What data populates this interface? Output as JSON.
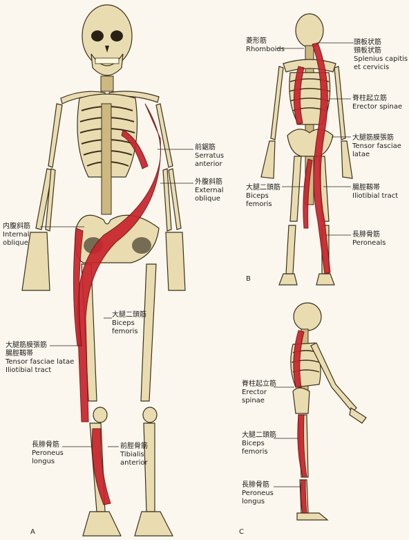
{
  "panels": {
    "A": {
      "letter": "A",
      "labels": {
        "serratus": [
          "前鋸筋",
          "Serratus",
          "anterior"
        ],
        "external_oblique": [
          "外腹斜筋",
          "External",
          "oblique"
        ],
        "internal_oblique": [
          "内腹斜筋",
          "Internal",
          "oblique"
        ],
        "biceps_femoris": [
          "大腿二頭筋",
          "Biceps",
          "femoris"
        ],
        "tensor_fasciae_latae": [
          "大腿筋膜張筋",
          "腸脛靱帯",
          "Tensor fasciae latae",
          "Iliotibial tract"
        ],
        "peroneus_longus": [
          "長腓骨筋",
          "Peroneus",
          "longus"
        ],
        "tibialis_anterior": [
          "前脛骨筋",
          "Tibialis",
          "anterior"
        ]
      }
    },
    "B": {
      "letter": "B",
      "labels": {
        "rhomboids": [
          "菱形筋",
          "Rhomboids"
        ],
        "splenius": [
          "頭板状筋",
          "頸板状筋",
          "Splenius capitis",
          "et cervicis"
        ],
        "erector_spinae": [
          "脊柱起立筋",
          "Erector spinae"
        ],
        "tensor_fasciae": [
          "大腿筋膜張筋",
          "Tensor fasciae",
          "latae"
        ],
        "biceps_femoris": [
          "大腿二頭筋",
          "Biceps",
          "femoris"
        ],
        "iliotibial_tract": [
          "腸脛靱帯",
          "Iliotibial tract"
        ],
        "peroneals": [
          "長腓骨筋",
          "Peroneals"
        ]
      }
    },
    "C": {
      "letter": "C",
      "labels": {
        "erector_spinae": [
          "脊柱起立筋",
          "Erector",
          "spinae"
        ],
        "biceps_femoris": [
          "大腿二頭筋",
          "Biceps",
          "femoris"
        ],
        "peroneus_longus": [
          "長腓骨筋",
          "Peroneus",
          "longus"
        ]
      }
    }
  },
  "colors": {
    "muscle": "#c8242b",
    "bone": "#e9dcb0",
    "background": "#fbf7ee"
  }
}
